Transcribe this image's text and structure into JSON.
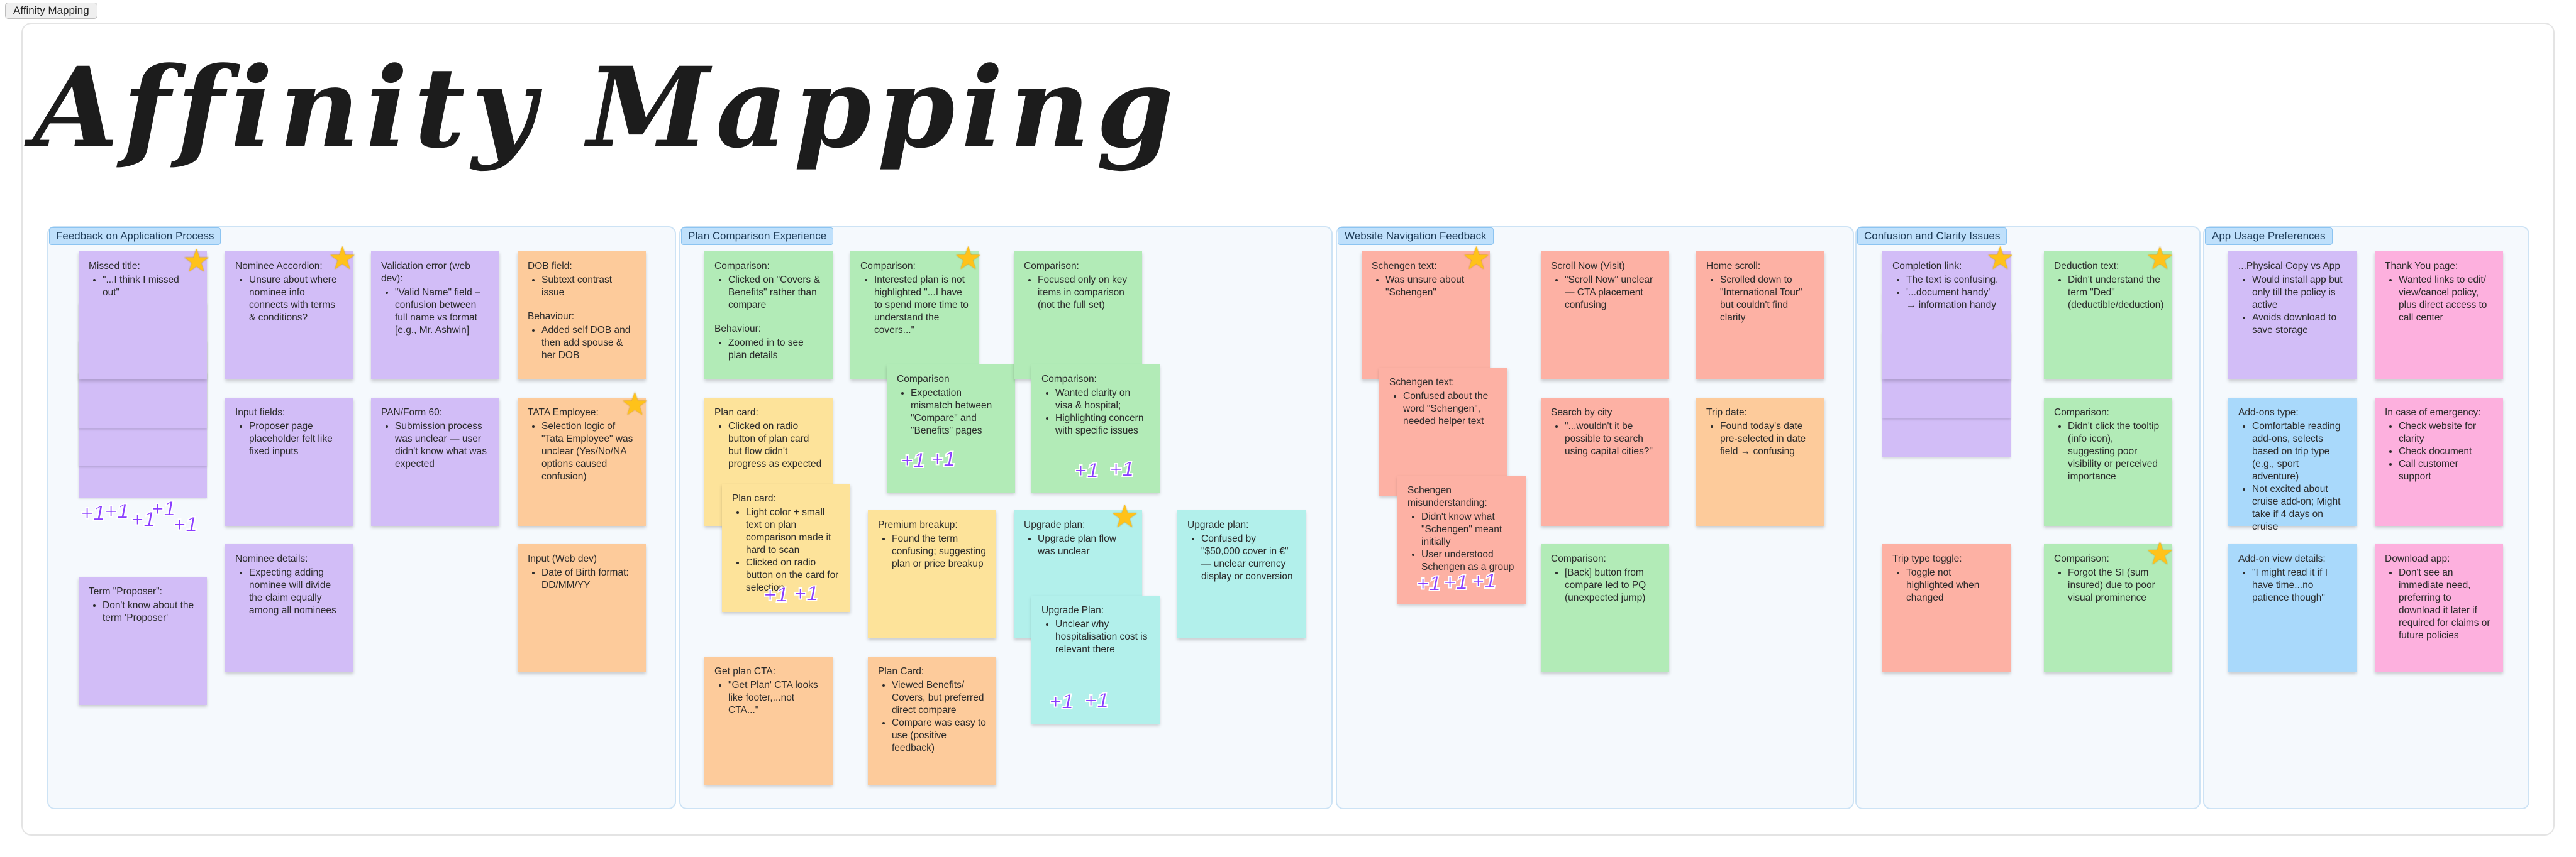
{
  "tab": {
    "label": "Affinity Mapping"
  },
  "title": "Affinity Mapping",
  "sections": [
    {
      "label": "Feedback on Application Process"
    },
    {
      "label": "Plan Comparison Experience"
    },
    {
      "label": "Website Navigation Feedback"
    },
    {
      "label": "Confusion and Clarity Issues"
    },
    {
      "label": "App Usage Preferences"
    }
  ],
  "notes": {
    "s1_missed": {
      "title": "Missed title:",
      "items": [
        "\"...I think I missed out\""
      ]
    },
    "s1_term": {
      "title": "Term \"Proposer\":",
      "items": [
        "Don't know about the term 'Proposer'"
      ]
    },
    "s1_nomacc": {
      "title": "Nominee Accordion:",
      "items": [
        "Unsure about where nominee info connects with terms & conditions?"
      ]
    },
    "s1_input": {
      "title": "Input fields:",
      "items": [
        "Proposer page placeholder felt like fixed inputs"
      ]
    },
    "s1_nomdet": {
      "title": "Nominee details:",
      "items": [
        "Expecting adding nominee will divide the claim equally among all nominees"
      ]
    },
    "s1_valid": {
      "title": "Validation error (web dev):",
      "items": [
        "\"Valid Name\" field – confusion between full name vs format [e.g., Mr. Ashwin]"
      ]
    },
    "s1_pan": {
      "title": "PAN/Form 60:",
      "items": [
        "Submission process was unclear — user didn't know what was expected"
      ]
    },
    "s1_dob": {
      "title": "DOB field:",
      "items": [
        "Subtext contrast issue"
      ],
      "title2": "Behaviour:",
      "items2": [
        "Added self DOB and then add spouse & her DOB"
      ]
    },
    "s1_tata": {
      "title": "TATA Employee:",
      "items": [
        "Selection logic of \"Tata Employee\" was unclear (Yes/No/NA options caused confusion)"
      ]
    },
    "s1_webdev": {
      "title": "Input (Web dev)",
      "items": [
        "Date of Birth format: DD/MM/YY"
      ]
    },
    "s2_comp1": {
      "title": "Comparison:",
      "items": [
        "Clicked on \"Covers & Benefits\" rather than compare"
      ],
      "title2": "Behaviour:",
      "items2": [
        "Zoomed in to see plan details"
      ]
    },
    "s2_comp2": {
      "title": "Comparison:",
      "items": [
        "Interested plan is not highlighted \"...I have to spend more time to understand the covers...\""
      ]
    },
    "s2_comp3": {
      "title": "Comparison",
      "items": [
        "Expectation mismatch between \"Compare\" and \"Benefits\" pages"
      ]
    },
    "s2_comp4": {
      "title": "Comparison:",
      "items": [
        "Focused only on key items in comparison (not the full set)"
      ]
    },
    "s2_comp5": {
      "title": "Comparison:",
      "items": [
        "Wanted clarity on visa & hospital;",
        "Highlighting concern with specific issues"
      ]
    },
    "s2_card1": {
      "title": "Plan card:",
      "items": [
        "Clicked on radio button of plan card but flow didn't progress as expected"
      ]
    },
    "s2_card2": {
      "title": "Plan card:",
      "items": [
        "Light color + small text on plan comparison made it hard to scan",
        "Clicked on radio button on the card for selection"
      ]
    },
    "s2_premium": {
      "title": "Premium breakup:",
      "items": [
        "Found the term confusing; suggesting plan or price breakup"
      ]
    },
    "s2_upg1": {
      "title": "Upgrade plan:",
      "items": [
        "Upgrade plan flow was unclear"
      ]
    },
    "s2_upg2": {
      "title": "Upgrade Plan:",
      "items": [
        "Unclear why hospitalisation cost is relevant there"
      ]
    },
    "s2_upg3": {
      "title": "Upgrade plan:",
      "items": [
        "Confused by \"$50,000 cover in €\" — unclear currency display or conversion"
      ]
    },
    "s2_getplan": {
      "title": "Get plan CTA:",
      "items": [
        "\"Get Plan' CTA looks like footer,...not CTA...\""
      ]
    },
    "s2_plancard": {
      "title": "Plan Card:",
      "items": [
        "Viewed Benefits/ Covers, but preferred direct compare",
        "Compare was easy to use (positive feedback)"
      ]
    },
    "s3_sch1": {
      "title": "Schengen text:",
      "items": [
        "Was unsure about \"Schengen\""
      ]
    },
    "s3_sch2": {
      "title": "Schengen text:",
      "items": [
        "Confused about the word \"Schengen\", needed helper text"
      ]
    },
    "s3_sch3": {
      "title": "Schengen misunderstanding:",
      "items": [
        "Didn't know what \"Schengen\" meant initially",
        "User understood Schengen as a group"
      ]
    },
    "s3_scroll": {
      "title": "Scroll Now (Visit)",
      "items": [
        "\"Scroll Now\" unclear — CTA placement confusing"
      ]
    },
    "s3_city": {
      "title": "Search by city",
      "items": [
        "\"...wouldn't it be possible to search using capital cities?\""
      ]
    },
    "s3_comp": {
      "title": "Comparison:",
      "items": [
        "[Back] button from compare led to PQ (unexpected jump)"
      ]
    },
    "s3_home": {
      "title": "Home scroll:",
      "items": [
        "Scrolled down to \"International Tour\" but couldn't find clarity"
      ]
    },
    "s3_trip": {
      "title": "Trip date:",
      "items": [
        "Found today's date pre-selected in date field → confusing"
      ]
    },
    "s4_compl": {
      "title": "Completion link:",
      "items": [
        "The text is confusing.",
        "'...document handy' → information handy"
      ]
    },
    "s4_toggle": {
      "title": "Trip type toggle:",
      "items": [
        "Toggle not highlighted when changed"
      ]
    },
    "s4_deduct": {
      "title": "Deduction text:",
      "items": [
        "Didn't understand the term \"Ded\" (deductible/deduction)"
      ]
    },
    "s4_comp1": {
      "title": "Comparison:",
      "items": [
        "Didn't click the tooltip (info icon), suggesting poor visibility or perceived importance"
      ]
    },
    "s4_comp2": {
      "title": "Comparison:",
      "items": [
        "Forgot the SI (sum insured) due to poor visual prominence"
      ]
    },
    "s5_copy": {
      "title": "...Physical Copy vs App",
      "items": [
        "Would install app but only till the policy is active",
        "Avoids download to save storage"
      ]
    },
    "s5_addons": {
      "title": "Add-ons type:",
      "items": [
        "Comfortable reading add-ons, selects based on trip type (e.g., sport adventure)",
        "Not excited about cruise add-on; Might take if 4 days on cruise"
      ]
    },
    "s5_addview": {
      "title": "Add-on view details:",
      "items": [
        "\"I might read it if I have time...no patience though\""
      ]
    },
    "s5_thanks": {
      "title": "Thank You page:",
      "items": [
        "Wanted links to edit/ view/cancel policy, plus direct access to call center"
      ]
    },
    "s5_emerg": {
      "title": "In case of emergency:",
      "items": [
        "Check website for clarity",
        "Check document",
        "Call customer support"
      ]
    },
    "s5_download": {
      "title": "Download app:",
      "items": [
        "Don't see an immediate need, preferring to download it later if required for claims or future policies"
      ]
    }
  },
  "reaction": "+1",
  "colors": {
    "purple": "#d2bdf7",
    "orange": "#fdcb9b",
    "green": "#b2ebb7",
    "yellow": "#fde39a",
    "salmon": "#fdb1a4",
    "teal": "#b2f0eb",
    "blue": "#a9d9fb",
    "pink": "#fdb0de",
    "star": "#ffc21a",
    "vote": "#8a3dff"
  }
}
